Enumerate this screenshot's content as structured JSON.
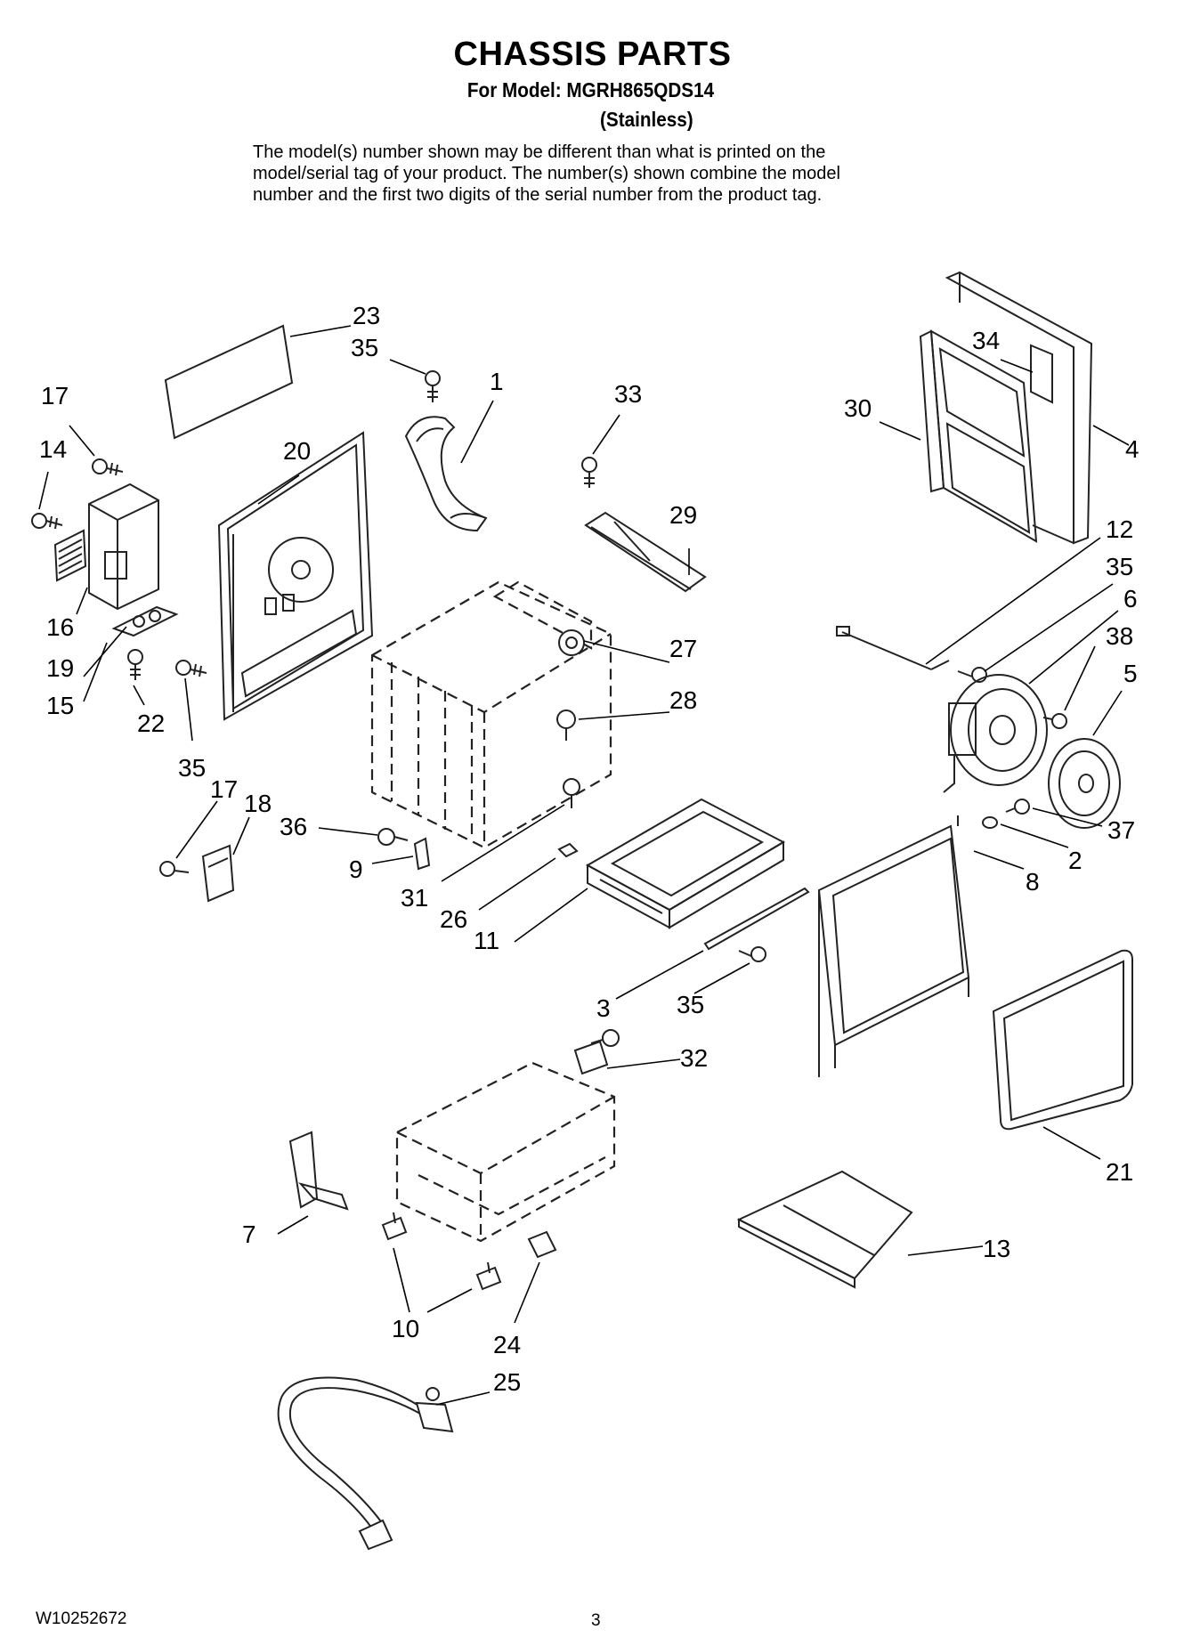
{
  "header": {
    "title": "CHASSIS PARTS",
    "model_line": "For Model: MGRH865QDS14",
    "finish": "(Stainless)",
    "note_lines": [
      "The model(s) number shown may be different than what is printed on the",
      "model/serial tag of your product. The number(s) shown combine the model",
      "number and the first two digits of the serial number from the product tag."
    ]
  },
  "callouts": {
    "c23": "23",
    "c35a": "35",
    "c1": "1",
    "c33": "33",
    "c34": "34",
    "c30": "30",
    "c4": "4",
    "c17a": "17",
    "c14": "14",
    "c20": "20",
    "c29": "29",
    "c12": "12",
    "c35b": "35",
    "c6": "6",
    "c38": "38",
    "c5": "5",
    "c16": "16",
    "c19": "19",
    "c15": "15",
    "c27": "27",
    "c28": "28",
    "c22": "22",
    "c35c": "35",
    "c17b": "17",
    "c18": "18",
    "c36": "36",
    "c9": "9",
    "c37": "37",
    "c2": "2",
    "c8": "8",
    "c31": "31",
    "c26": "26",
    "c11": "11",
    "c3": "3",
    "c35d": "35",
    "c32": "32",
    "c21": "21",
    "c7": "7",
    "c13": "13",
    "c10": "10",
    "c24": "24",
    "c25": "25"
  },
  "footer": {
    "doc_number": "W10252672",
    "page_number": "3"
  }
}
